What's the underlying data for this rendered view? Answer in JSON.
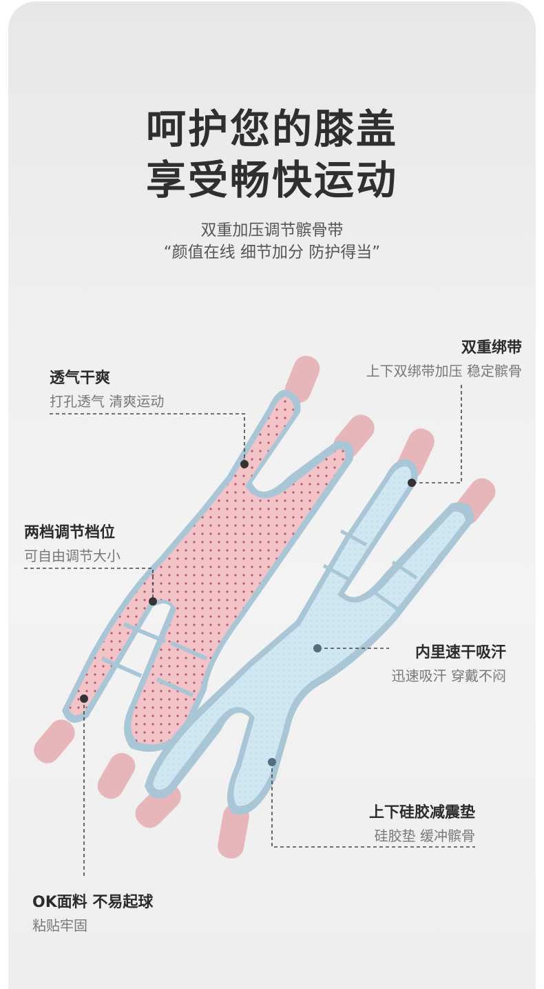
{
  "header": {
    "title_line1": "呵护您的膝盖",
    "title_line2": "享受畅快运动",
    "subtitle_line1": "双重加压调节髌骨带",
    "subtitle_line2": "“颜值在线 细节加分 防护得当”"
  },
  "features": [
    {
      "title": "透气干爽",
      "desc": "打孔透气 清爽运动"
    },
    {
      "title": "双重绑带",
      "desc": "上下双绑带加压 稳定髌骨"
    },
    {
      "title": "两档调节档位",
      "desc": "可自由调节大小"
    },
    {
      "title": "内里速干吸汗",
      "desc": "迅速吸汗 穿戴不闷"
    },
    {
      "title": "上下硅胶减震垫",
      "desc": "硅胶垫 缓冲髌骨"
    },
    {
      "title": "OK面料 不易起球",
      "desc": "粘贴牢固"
    }
  ],
  "colors": {
    "pink": "#f2c3c9",
    "pink_tab": "#e7b6ba",
    "blue": "#cfe6f3",
    "edge_blue": "#a9c6d6",
    "leader": "#444444"
  }
}
